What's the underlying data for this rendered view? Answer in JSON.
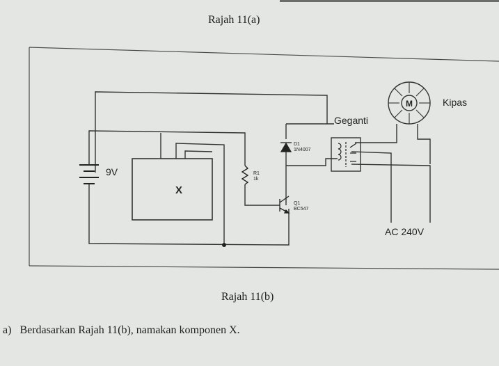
{
  "caption_top": "Rajah 11(a)",
  "caption_bottom": "Rajah 11(b)",
  "diagram": {
    "battery_label": "9V",
    "component_label": "X",
    "resistor_label": "R1",
    "resistor_value": "1k",
    "diode_label": "D1",
    "diode_part": "1N4007",
    "transistor_label": "Q1",
    "transistor_part": "BC547",
    "relay_label": "Geganti",
    "motor_symbol": "M",
    "fan_label": "Kipas",
    "supply_label": "AC 240V"
  },
  "question": {
    "label": "a)",
    "text": "Berdasarkan Rajah 11(b), namakan komponen X."
  }
}
